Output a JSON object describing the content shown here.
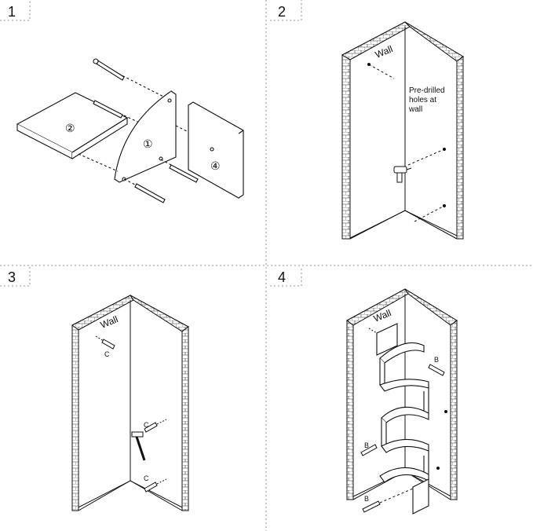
{
  "steps": [
    {
      "number": "1"
    },
    {
      "number": "2",
      "wall_label": "Wall",
      "note": [
        "Pre-drilled",
        "holes at",
        "wall"
      ]
    },
    {
      "number": "3",
      "wall_label": "Wall",
      "anchor_label": "C"
    },
    {
      "number": "4",
      "wall_label": "Wall",
      "screw_label": "B"
    }
  ],
  "parts": {
    "board": "②",
    "bracket": "①",
    "wall_plate": "④"
  }
}
